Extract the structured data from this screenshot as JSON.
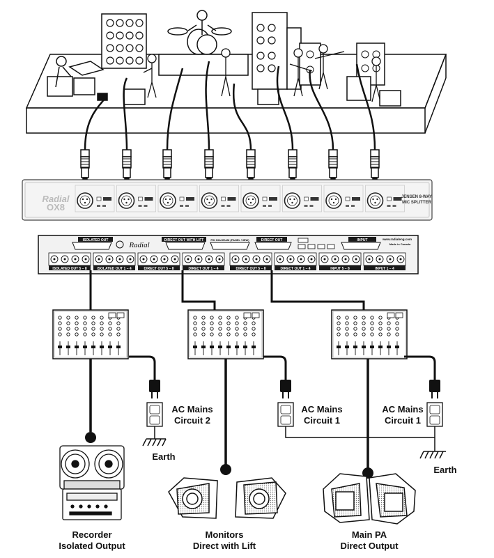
{
  "splitter_front": {
    "brand": "Radial",
    "model": "OX8",
    "channel_count": 8,
    "description_lines": [
      "JENSEN 8-WAY",
      "MIC SPLITTER"
    ]
  },
  "splitter_rear": {
    "brand": "Radial",
    "website": "www.radialeng.com",
    "origin": "Made in Canada",
    "sections": {
      "isolated_out": "ISOLATED OUT",
      "direct_out_with_lift": "DIRECT OUT WITH LIFT",
      "pin_diagram": "PIN DIAGRAM (PANEL VIEW)",
      "direct_out": "DIRECT OUT",
      "input": "INPUT"
    },
    "xlr_strip_labels": [
      "ISOLATED OUT 5 – 8",
      "ISOLATED OUT 1 – 4",
      "DIRECT OUT 5 – 8",
      "DIRECT OUT 1 – 4",
      "DIRECT OUT 5 – 8",
      "DIRECT OUT 1 – 4",
      "INPUT 5 – 8",
      "INPUT 1 – 4"
    ]
  },
  "labels": {
    "recorder": {
      "line1": "Recorder",
      "line2": "Isolated Output"
    },
    "monitors": {
      "line1": "Monitors",
      "line2": "Direct with Lift"
    },
    "main_pa": {
      "line1": "Main PA",
      "line2": "Direct Output"
    },
    "ac_mains_1": {
      "line1": "AC Mains",
      "line2": "Circuit 2"
    },
    "ac_mains_2": {
      "line1": "AC Mains",
      "line2": "Circuit 1"
    },
    "ac_mains_3": {
      "line1": "AC Mains",
      "line2": "Circuit 1"
    },
    "earth_1": "Earth",
    "earth_2": "Earth"
  },
  "colors": {
    "line": "#111111",
    "panel": "#f2f2f2",
    "panel_dark": "#1a1a1a"
  }
}
